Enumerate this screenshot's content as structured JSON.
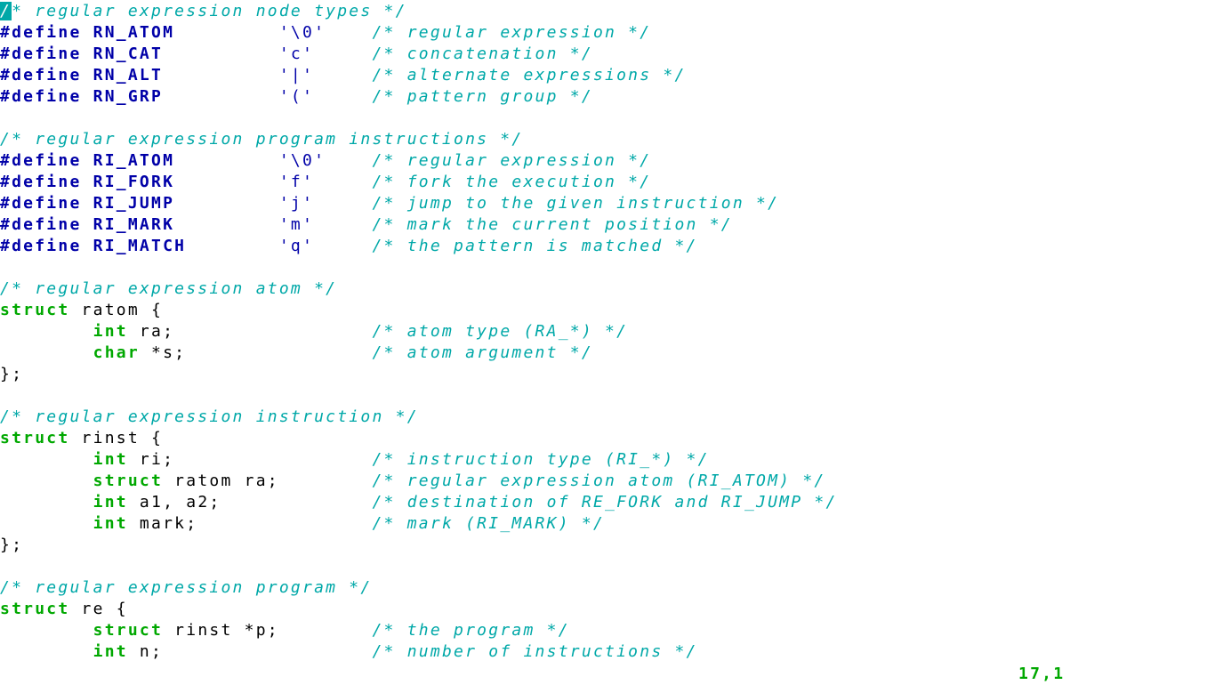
{
  "editor": {
    "cursor": {
      "line": 0,
      "col": 0
    },
    "lines": [
      [
        [
          "c",
          "/* regular expression node types */"
        ]
      ],
      [
        [
          "p",
          "#define RN_ATOM"
        ],
        [
          "n",
          "         "
        ],
        [
          "s",
          "'\\0'"
        ],
        [
          "n",
          "    "
        ],
        [
          "c",
          "/* regular expression */"
        ]
      ],
      [
        [
          "p",
          "#define RN_CAT"
        ],
        [
          "n",
          "          "
        ],
        [
          "s",
          "'c'"
        ],
        [
          "n",
          "     "
        ],
        [
          "c",
          "/* concatenation */"
        ]
      ],
      [
        [
          "p",
          "#define RN_ALT"
        ],
        [
          "n",
          "          "
        ],
        [
          "s",
          "'|'"
        ],
        [
          "n",
          "     "
        ],
        [
          "c",
          "/* alternate expressions */"
        ]
      ],
      [
        [
          "p",
          "#define RN_GRP"
        ],
        [
          "n",
          "          "
        ],
        [
          "s",
          "'('"
        ],
        [
          "n",
          "     "
        ],
        [
          "c",
          "/* pattern group */"
        ]
      ],
      [],
      [
        [
          "c",
          "/* regular expression program instructions */"
        ]
      ],
      [
        [
          "p",
          "#define RI_ATOM"
        ],
        [
          "n",
          "         "
        ],
        [
          "s",
          "'\\0'"
        ],
        [
          "n",
          "    "
        ],
        [
          "c",
          "/* regular expression */"
        ]
      ],
      [
        [
          "p",
          "#define RI_FORK"
        ],
        [
          "n",
          "         "
        ],
        [
          "s",
          "'f'"
        ],
        [
          "n",
          "     "
        ],
        [
          "c",
          "/* fork the execution */"
        ]
      ],
      [
        [
          "p",
          "#define RI_JUMP"
        ],
        [
          "n",
          "         "
        ],
        [
          "s",
          "'j'"
        ],
        [
          "n",
          "     "
        ],
        [
          "c",
          "/* jump to the given instruction */"
        ]
      ],
      [
        [
          "p",
          "#define RI_MARK"
        ],
        [
          "n",
          "         "
        ],
        [
          "s",
          "'m'"
        ],
        [
          "n",
          "     "
        ],
        [
          "c",
          "/* mark the current position */"
        ]
      ],
      [
        [
          "p",
          "#define RI_MATCH"
        ],
        [
          "n",
          "        "
        ],
        [
          "s",
          "'q'"
        ],
        [
          "n",
          "     "
        ],
        [
          "c",
          "/* the pattern is matched */"
        ]
      ],
      [],
      [
        [
          "c",
          "/* regular expression atom */"
        ]
      ],
      [
        [
          "k",
          "struct"
        ],
        [
          "n",
          " ratom {"
        ]
      ],
      [
        [
          "n",
          "        "
        ],
        [
          "k",
          "int"
        ],
        [
          "n",
          " ra;                 "
        ],
        [
          "c",
          "/* atom type (RA_*) */"
        ]
      ],
      [
        [
          "n",
          "        "
        ],
        [
          "k",
          "char"
        ],
        [
          "n",
          " *s;                "
        ],
        [
          "c",
          "/* atom argument */"
        ]
      ],
      [
        [
          "n",
          "};"
        ]
      ],
      [],
      [
        [
          "c",
          "/* regular expression instruction */"
        ]
      ],
      [
        [
          "k",
          "struct"
        ],
        [
          "n",
          " rinst {"
        ]
      ],
      [
        [
          "n",
          "        "
        ],
        [
          "k",
          "int"
        ],
        [
          "n",
          " ri;                 "
        ],
        [
          "c",
          "/* instruction type (RI_*) */"
        ]
      ],
      [
        [
          "n",
          "        "
        ],
        [
          "k",
          "struct"
        ],
        [
          "n",
          " ratom ra;        "
        ],
        [
          "c",
          "/* regular expression atom (RI_ATOM) */"
        ]
      ],
      [
        [
          "n",
          "        "
        ],
        [
          "k",
          "int"
        ],
        [
          "n",
          " a1, a2;             "
        ],
        [
          "c",
          "/* destination of RE_FORK and RI_JUMP */"
        ]
      ],
      [
        [
          "n",
          "        "
        ],
        [
          "k",
          "int"
        ],
        [
          "n",
          " mark;               "
        ],
        [
          "c",
          "/* mark (RI_MARK) */"
        ]
      ],
      [
        [
          "n",
          "};"
        ]
      ],
      [],
      [
        [
          "c",
          "/* regular expression program */"
        ]
      ],
      [
        [
          "k",
          "struct"
        ],
        [
          "n",
          " re {"
        ]
      ],
      [
        [
          "n",
          "        "
        ],
        [
          "k",
          "struct"
        ],
        [
          "n",
          " rinst *p;        "
        ],
        [
          "c",
          "/* the program */"
        ]
      ],
      [
        [
          "n",
          "        "
        ],
        [
          "k",
          "int"
        ],
        [
          "n",
          " n;                  "
        ],
        [
          "c",
          "/* number of instructions */"
        ]
      ]
    ]
  },
  "status": {
    "position": "17,1"
  },
  "colors": {
    "comment": "#00a8a8",
    "preproc": "#0000a8",
    "keyword": "#00a800",
    "cursor": "#00a8a8"
  }
}
